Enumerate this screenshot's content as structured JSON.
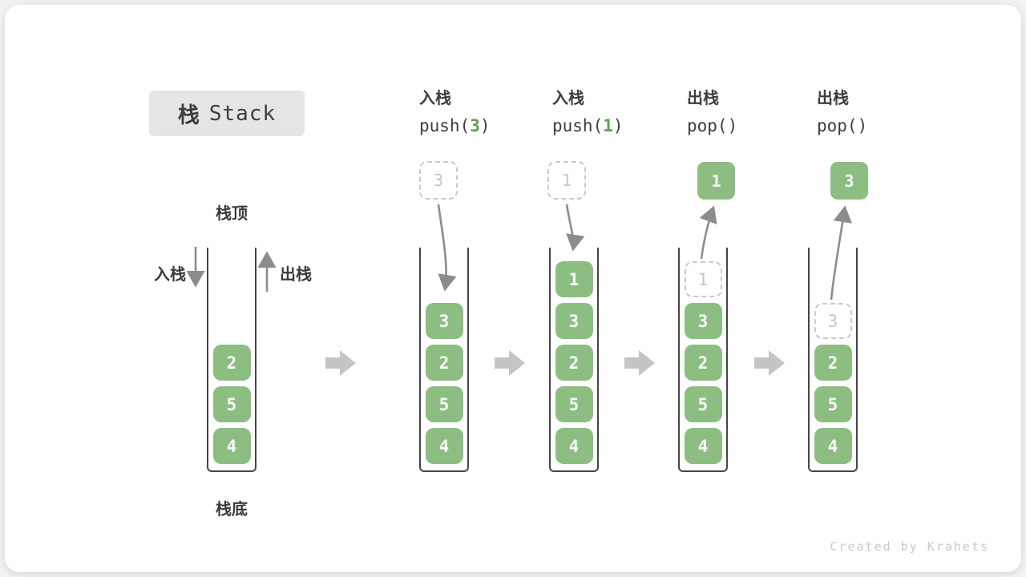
{
  "title": {
    "zh": "栈",
    "en": "Stack"
  },
  "legend": {
    "top_label": "栈顶",
    "bottom_label": "栈底",
    "push_label": "入栈",
    "pop_label": "出栈"
  },
  "columns": [
    {
      "op_zh": "入栈",
      "code_pre": "push(",
      "code_arg": "3",
      "code_suf": ")",
      "floating": "3"
    },
    {
      "op_zh": "入栈",
      "code_pre": "push(",
      "code_arg": "1",
      "code_suf": ")",
      "floating": "1"
    },
    {
      "op_zh": "出栈",
      "code_pre": "pop(",
      "code_arg": "",
      "code_suf": ")",
      "floating": "1"
    },
    {
      "op_zh": "出栈",
      "code_pre": "pop(",
      "code_arg": "",
      "code_suf": ")",
      "floating": "3"
    }
  ],
  "stacks": [
    {
      "cells": [
        "2",
        "5",
        "4"
      ]
    },
    {
      "cells": [
        "3",
        "2",
        "5",
        "4"
      ]
    },
    {
      "cells": [
        "1",
        "3",
        "2",
        "5",
        "4"
      ]
    },
    {
      "ghost": "1",
      "cells": [
        "3",
        "2",
        "5",
        "4"
      ]
    },
    {
      "ghost": "3",
      "cells": [
        "2",
        "5",
        "4"
      ]
    }
  ],
  "watermark": "Created by Krahets",
  "colors": {
    "cell_green": "#8cbe82",
    "accent_green": "#5fa052",
    "curve_arrow_gray": "#8c8c8c",
    "block_arrow_gray": "#c5c5c5",
    "ghost_gray": "#c9c9c9",
    "title_bg": "#e5e5e5",
    "text_dark": "#3d3d3d"
  }
}
